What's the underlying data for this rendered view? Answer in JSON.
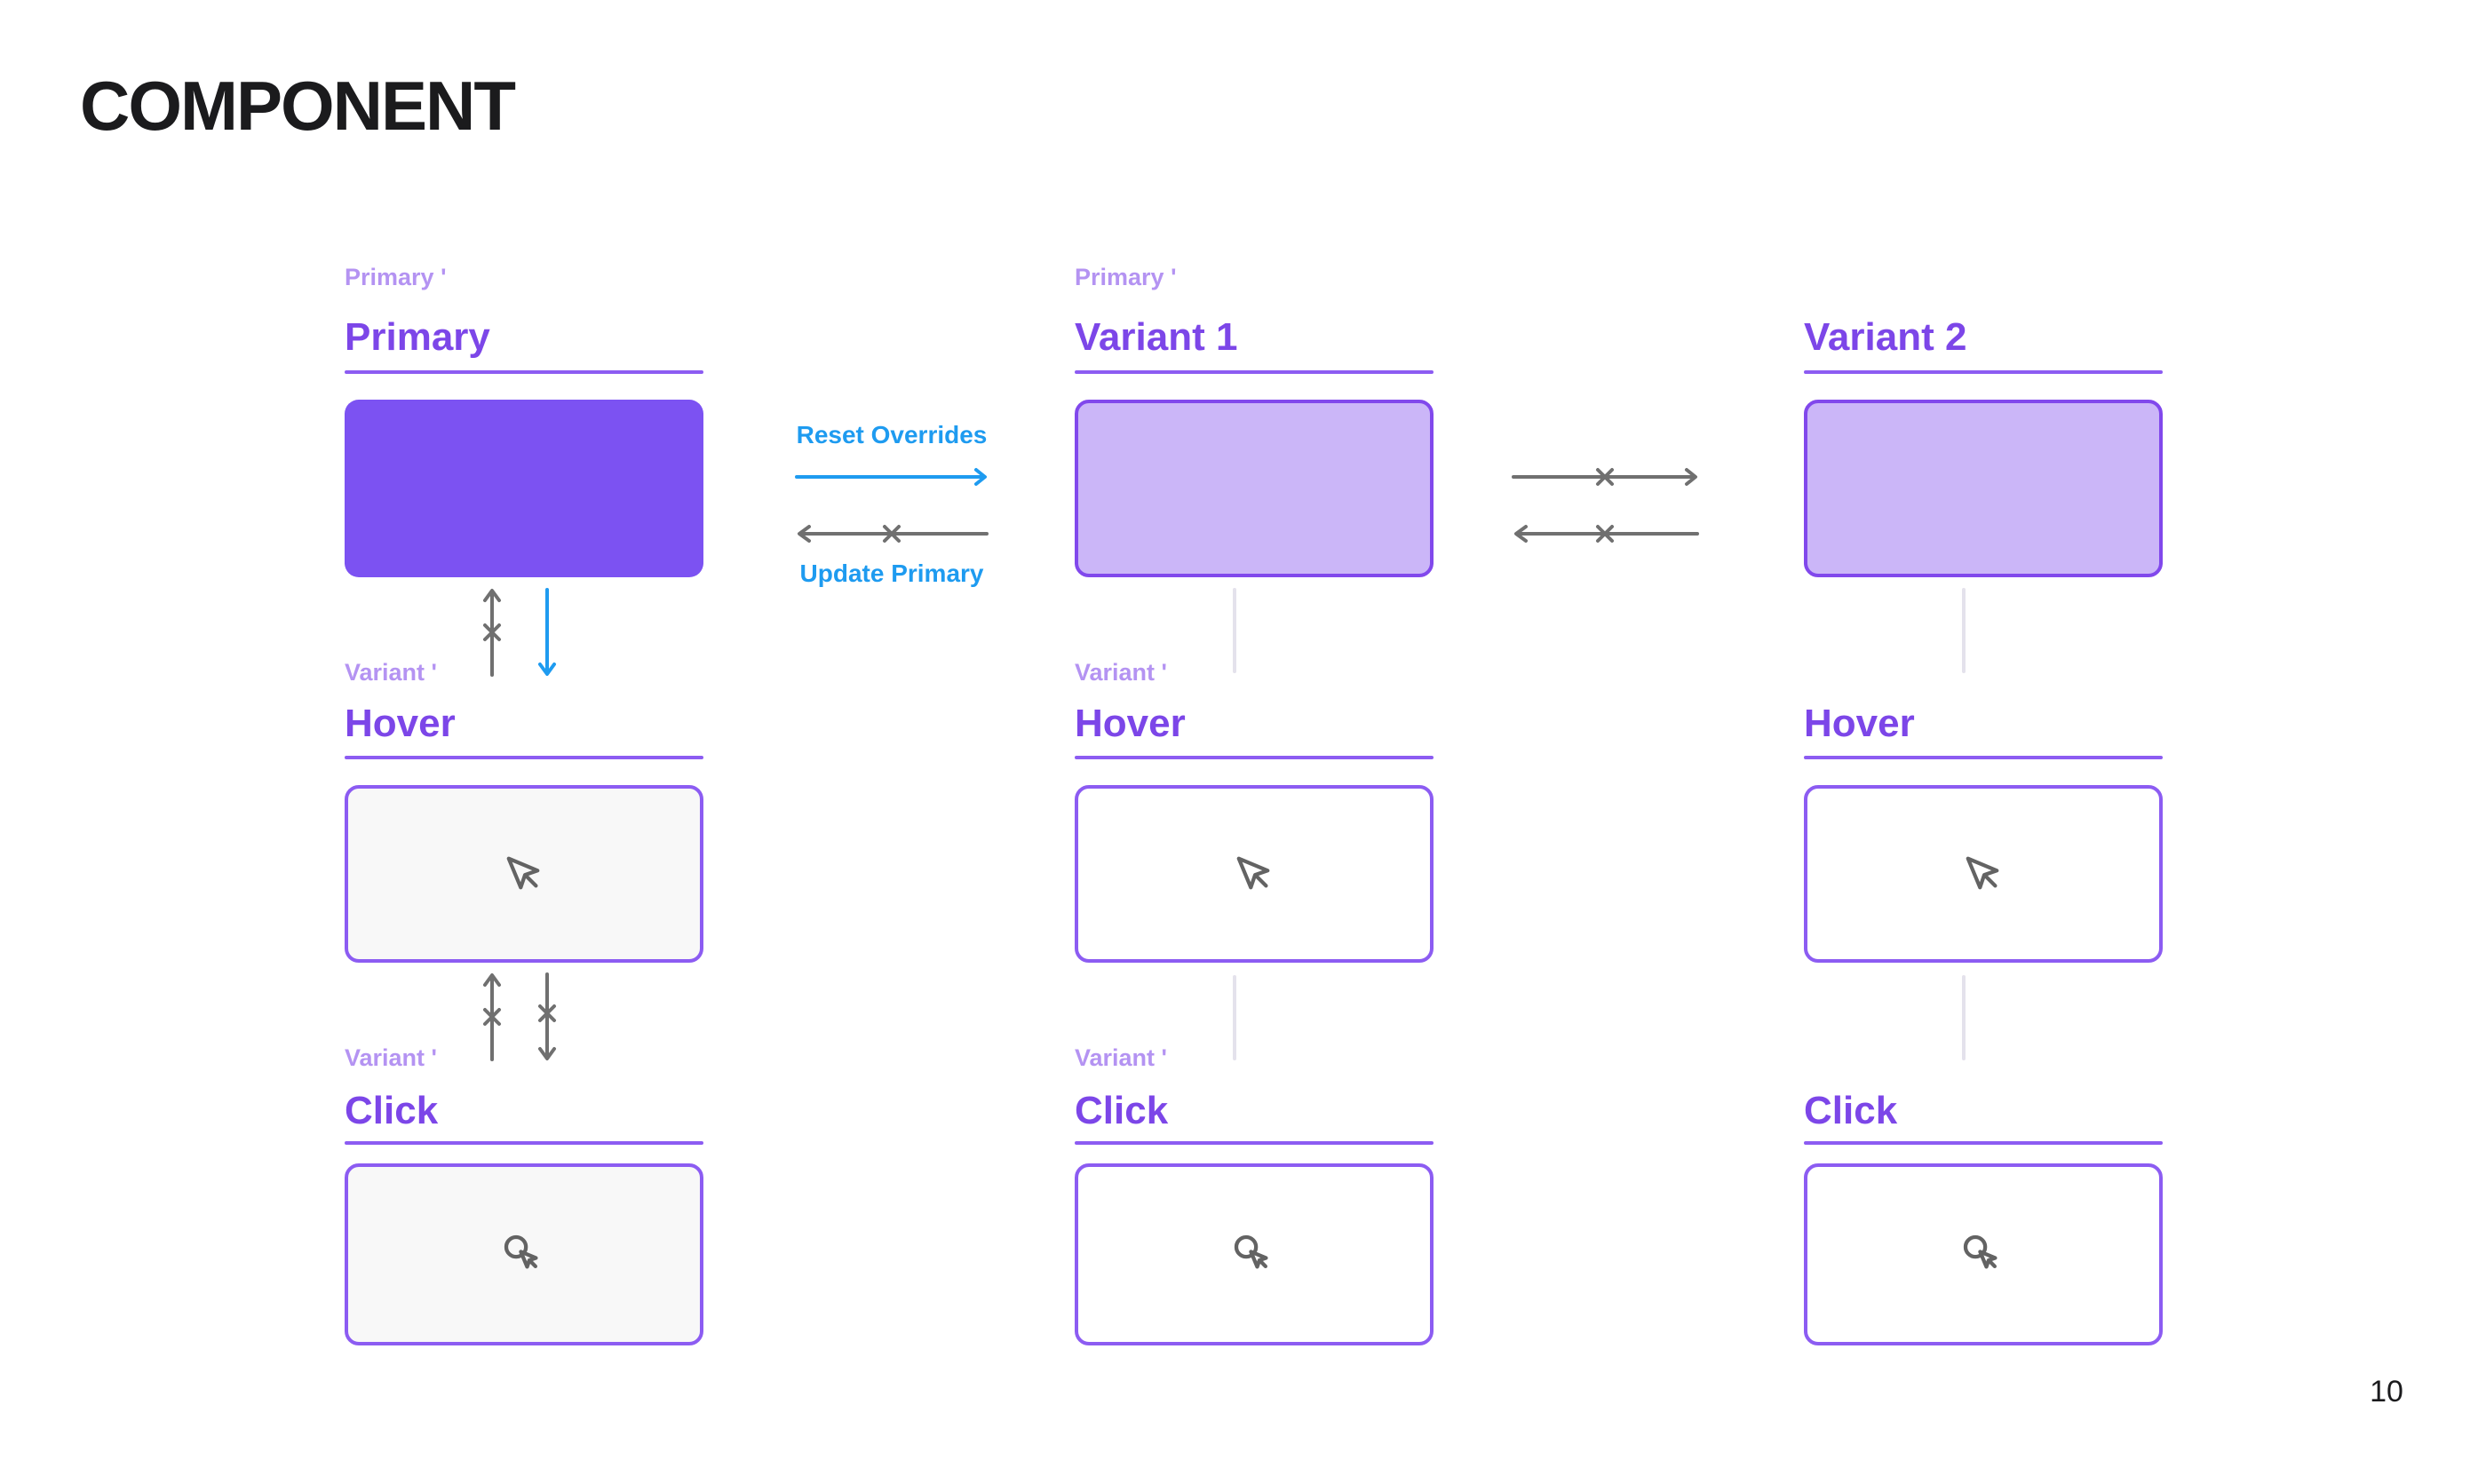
{
  "page": {
    "title": "COMPONENT",
    "page_number": "10"
  },
  "columns": [
    {
      "instance_label": "Primary '",
      "title": "Primary",
      "box_style": "solid-purple",
      "states": [
        {
          "label": "Variant '",
          "title": "Hover",
          "icon": "cursor-icon"
        },
        {
          "label": "Variant '",
          "title": "Click",
          "icon": "cursor-click-icon"
        }
      ]
    },
    {
      "instance_label": "Primary '",
      "title": "Variant 1",
      "box_style": "light-purple-outlined",
      "states": [
        {
          "label": "Variant '",
          "title": "Hover",
          "icon": "cursor-icon"
        },
        {
          "label": "Variant '",
          "title": "Click",
          "icon": "cursor-click-icon"
        }
      ]
    },
    {
      "instance_label": "",
      "title": "Variant 2",
      "box_style": "light-purple-outlined",
      "states": [
        {
          "label": "",
          "title": "Hover",
          "icon": "cursor-icon"
        },
        {
          "label": "",
          "title": "Click",
          "icon": "cursor-click-icon"
        }
      ]
    }
  ],
  "actions": {
    "reset_overrides": "Reset Overrides",
    "update_primary": "Update Primary"
  },
  "connectors": {
    "primary_to_hover": [
      "arrow-up-crossed-gray",
      "arrow-down-blue"
    ],
    "hover_to_click": [
      "arrow-up-crossed-gray",
      "arrow-down-crossed-gray"
    ],
    "primary_to_variant1": [
      "arrow-right-blue",
      "arrow-left-crossed-gray"
    ],
    "variant1_to_variant2": [
      "arrow-right-crossed-gray",
      "arrow-left-crossed-gray"
    ],
    "variant_state_links": "faint-line"
  },
  "colors": {
    "heading_text": "#1b1b1d",
    "primary_fill": "#7c52f2",
    "variant_fill": "#cbb6f8",
    "purple_outline": "#8c5cf2",
    "title_text": "#7c46e8",
    "instance_label_text": "#b493f2",
    "action_text": "#1e9bf0",
    "blue_arrow": "#1e9bf0",
    "gray_arrow": "#707070",
    "cursor_gray": "#636363",
    "faint_connector": "#e4e2ec",
    "state_box_fill": "#f8f8f8"
  }
}
